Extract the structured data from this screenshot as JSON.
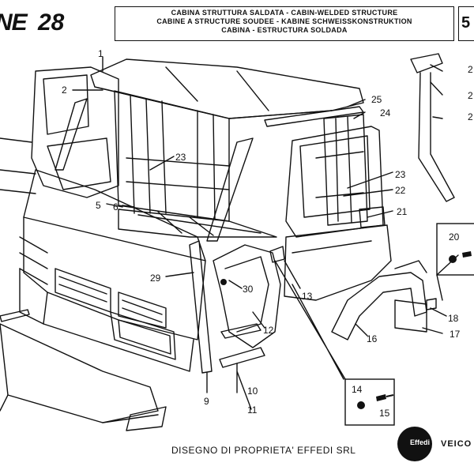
{
  "header": {
    "brand": "NE",
    "page_number": "28",
    "title_lines": [
      "CABINA STRUTTURA SALDATA - CABIN-WELDED STRUCTURE",
      "CABINE A STRUCTURE SOUDEE - KABINE SCHWEISSKONSTRUKTION",
      "CABINA - ESTRUCTURA SOLDADA"
    ],
    "corner_label": "5"
  },
  "callouts": [
    "1",
    "2",
    "2",
    "2",
    "2",
    "25",
    "24",
    "23",
    "23",
    "22",
    "21",
    "5",
    "6",
    "20",
    "29",
    "30",
    "13",
    "12",
    "18",
    "17",
    "16",
    "14",
    "15",
    "10",
    "11",
    "9"
  ],
  "footer": {
    "ownership_text": "DISEGNO DI PROPRIETA' EFFEDI SRL",
    "logo_text": "Effedi",
    "company_partial": "VEICO"
  }
}
